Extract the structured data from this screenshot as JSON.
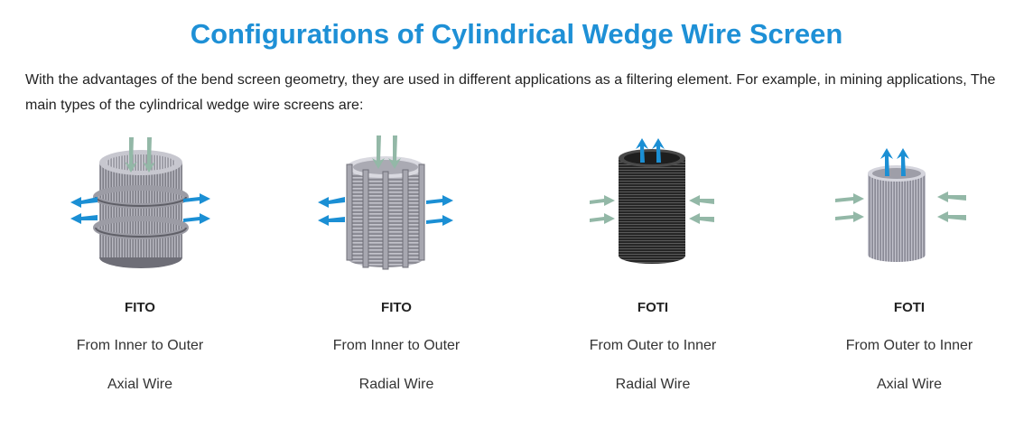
{
  "page": {
    "title": "Configurations of Cylindrical Wedge Wire Screen",
    "intro": "With the advantages of the bend screen geometry, they are used in different applications as a filtering element. For example, in mining applications, The main types of the cylindrical wedge wire screens are:"
  },
  "colors": {
    "title": "#1e90d6",
    "flow_blue": "#1b8fd4",
    "flow_green": "#93b8a7",
    "steel": "#8d8d95",
    "dark_screen": "#2e2e2e"
  },
  "screens": [
    {
      "code": "FITO",
      "direction": "From Inner to Outer",
      "wire": "Axial Wire",
      "icon": "axial-wire-fito-screen-icon"
    },
    {
      "code": "FITO",
      "direction": "From Inner to Outer",
      "wire": "Radial Wire",
      "icon": "radial-wire-fito-screen-icon"
    },
    {
      "code": "FOTI",
      "direction": "From Outer to Inner",
      "wire": "Radial Wire",
      "icon": "radial-wire-foti-screen-icon"
    },
    {
      "code": "FOTI",
      "direction": "From Outer to Inner",
      "wire": "Axial Wire",
      "icon": "axial-wire-foti-screen-icon"
    }
  ]
}
